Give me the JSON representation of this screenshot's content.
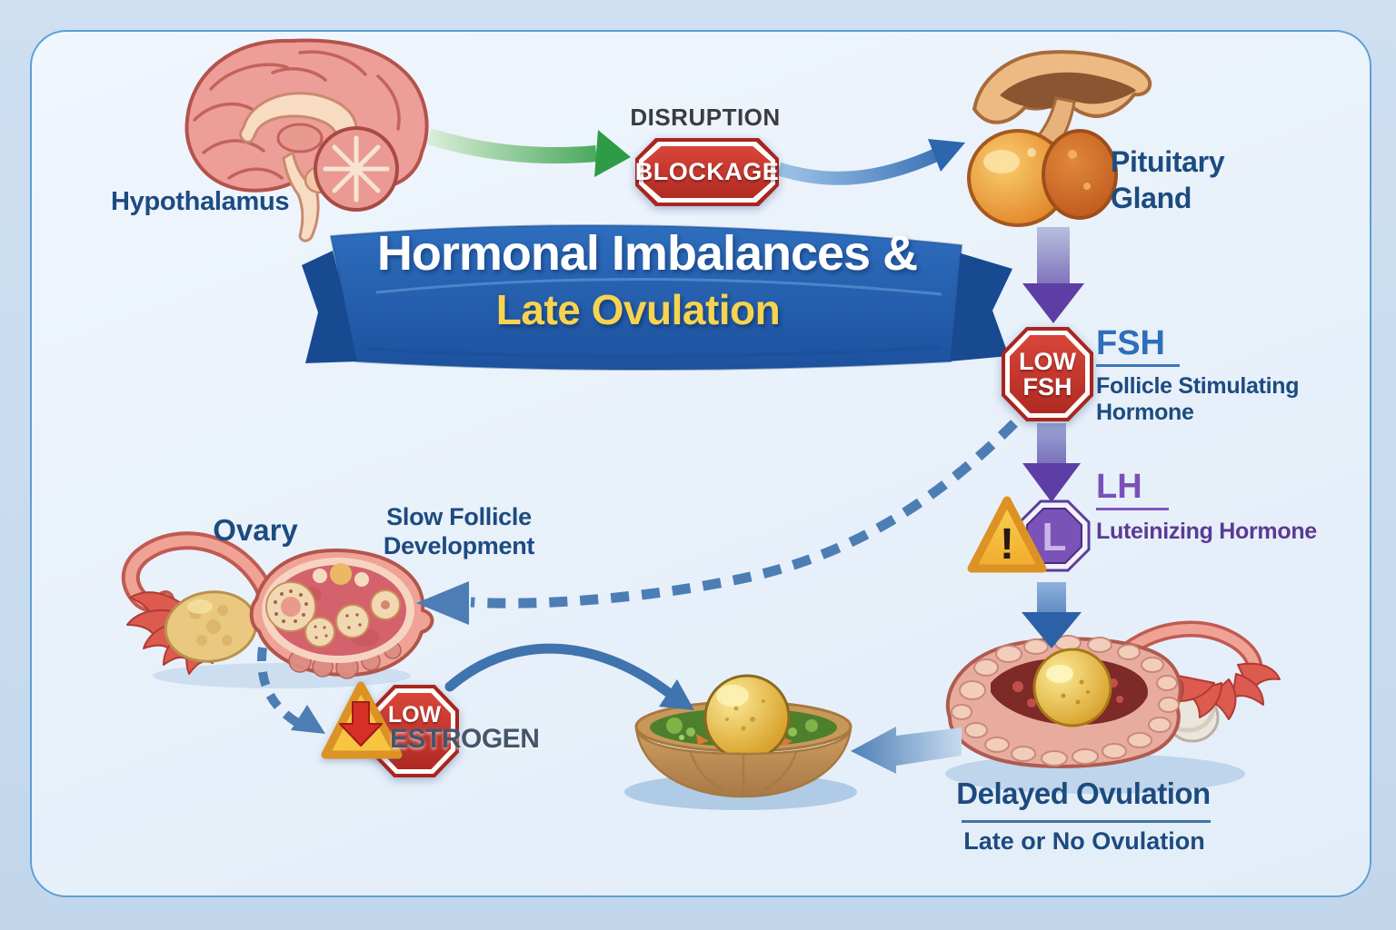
{
  "banner": {
    "line1": "Hormonal Imbalances &",
    "line2": "Late Ovulation"
  },
  "labels": {
    "hypothalamus": "Hypothalamus",
    "disruption": "DISRUPTION",
    "blockage": "BLOCKAGE",
    "pituitary": "Pituitary Gland",
    "fsh_heading": "FSH",
    "fsh_sub": "Follicle Stimulating Hormone",
    "low_fsh_line1": "LOW",
    "low_fsh_line2": "FSH",
    "lh_heading": "LH",
    "lh_sub": "Luteinizing Hormone",
    "lh_letter": "L",
    "warning_mark": "!",
    "ovary": "Ovary",
    "slow_follicle": "Slow Follicle Development",
    "low_estrogen_low": "LOW",
    "low_estrogen_word": "ESTROGEN",
    "delayed_ovulation": "Delayed Ovulation",
    "late_or_no": "Late or No Ovulation"
  },
  "colors": {
    "outer_background": "#cddff1",
    "panel_background": "#e9f1fa",
    "panel_border": "#5d9fd4",
    "dark_blue_text": "#1c4b80",
    "banner_blue": "#2460ae",
    "banner_yellow": "#f7d44f",
    "sign_red": "#c23028",
    "fsh_blue": "#2f6eb8",
    "lh_purple": "#7b4fb8",
    "deep_purple_text": "#5b3a94",
    "green_arrow": "#2f9e48",
    "warning_yellow": "#f7c640",
    "estrogen_slate": "#45566b",
    "dashed_blue": "#4c7eb5"
  }
}
